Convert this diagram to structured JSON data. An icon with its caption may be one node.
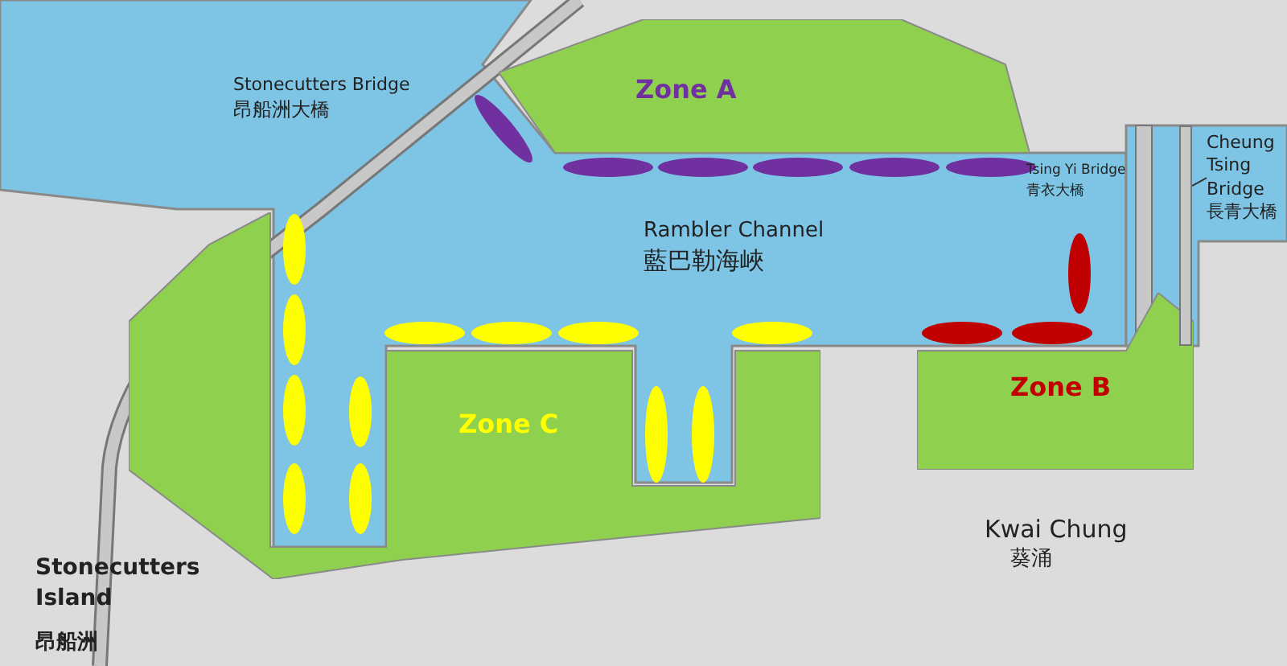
{
  "diagram": {
    "nodes": [
      {
        "text": [
          "Zone A"
        ]
      },
      {
        "text": [
          "Zone B"
        ]
      },
      {
        "text": [
          "Zone C"
        ]
      },
      {
        "text": [
          "Cheung Tsing Bridge",
          "長青大橋"
        ]
      },
      {
        "text": [],
        "shape": "bar"
      }
    ],
    "edges": [
      {
        "from": 3,
        "to": 4,
        "arrow": "none"
      }
    ],
    "labels": [
      "Stonecutters Bridge",
      "昂船洲大橋",
      "Tsing Yi Bridge",
      "青衣大橋",
      "Rambler Channel",
      "藍巴勒海峽",
      "Kwai Chung",
      "葵涌",
      "Stonecutters Island",
      "昂船洲"
    ]
  }
}
